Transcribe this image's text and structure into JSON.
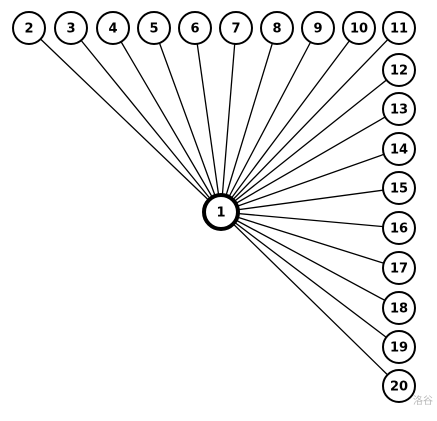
{
  "diagram": {
    "center": {
      "label": "1"
    },
    "nodes": [
      {
        "label": "2"
      },
      {
        "label": "3"
      },
      {
        "label": "4"
      },
      {
        "label": "5"
      },
      {
        "label": "6"
      },
      {
        "label": "7"
      },
      {
        "label": "8"
      },
      {
        "label": "9"
      },
      {
        "label": "10"
      },
      {
        "label": "11"
      },
      {
        "label": "12"
      },
      {
        "label": "13"
      },
      {
        "label": "14"
      },
      {
        "label": "15"
      },
      {
        "label": "16"
      },
      {
        "label": "17"
      },
      {
        "label": "18"
      },
      {
        "label": "19"
      },
      {
        "label": "20"
      }
    ],
    "edges": [
      [
        "1",
        "2"
      ],
      [
        "1",
        "3"
      ],
      [
        "1",
        "4"
      ],
      [
        "1",
        "5"
      ],
      [
        "1",
        "6"
      ],
      [
        "1",
        "7"
      ],
      [
        "1",
        "8"
      ],
      [
        "1",
        "9"
      ],
      [
        "1",
        "10"
      ],
      [
        "1",
        "11"
      ],
      [
        "1",
        "12"
      ],
      [
        "1",
        "13"
      ],
      [
        "1",
        "14"
      ],
      [
        "1",
        "15"
      ],
      [
        "1",
        "16"
      ],
      [
        "1",
        "17"
      ],
      [
        "1",
        "18"
      ],
      [
        "1",
        "19"
      ],
      [
        "1",
        "20"
      ]
    ]
  },
  "watermark": "洛谷"
}
